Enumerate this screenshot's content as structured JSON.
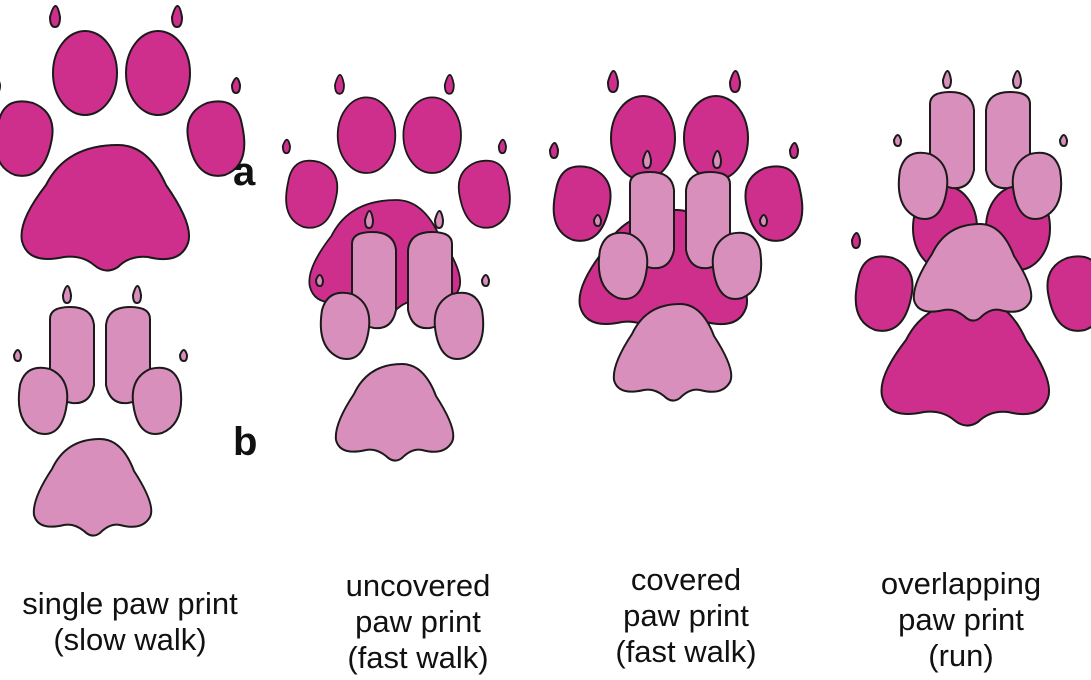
{
  "colors": {
    "front_paw": "#cf2f8c",
    "hind_paw": "#d98fbb",
    "outline": "#1a1a1a"
  },
  "labels": {
    "a": "a",
    "b": "b"
  },
  "captions": [
    {
      "id": "single",
      "lines": [
        "single paw print",
        "(slow walk)"
      ]
    },
    {
      "id": "uncovered",
      "lines": [
        "uncovered",
        "paw print",
        "(fast walk)"
      ]
    },
    {
      "id": "covered",
      "lines": [
        "covered",
        "paw print",
        "(fast walk)"
      ]
    },
    {
      "id": "overlapping",
      "lines": [
        "overlapping",
        "paw print",
        "(run)"
      ]
    }
  ]
}
